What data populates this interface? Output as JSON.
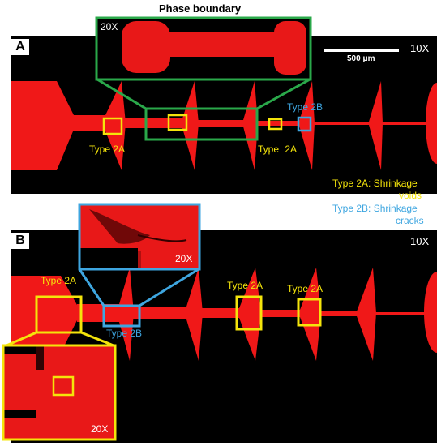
{
  "figure": {
    "title": "Phase boundary",
    "panel_a": {
      "label": "A",
      "magnification": "10X",
      "scale_bar": "500 μm",
      "inset_magnification": "20X",
      "annotations": [
        "Type 2A",
        "Type 2A",
        "Type 2B"
      ]
    },
    "panel_b": {
      "label": "B",
      "magnification": "10X",
      "inset_top_magnification": "20X",
      "inset_bottom_magnification": "20X",
      "annotations": [
        "Type 2A",
        "Type 2A",
        "Type 2A",
        "Type 2B"
      ]
    },
    "legend": {
      "type_2a": "Type 2A: Shrinkage\nvoids",
      "type_2a_line1": "Type 2A: Shrinkage",
      "type_2a_line2": "voids",
      "type_2b_line1": "Type 2B: Shrinkage",
      "type_2b_line2": "cracks"
    },
    "colors": {
      "background": "#000000",
      "channel": "#ff1a1a",
      "type_2a": "#f4e40b",
      "type_2b": "#3ea6e0",
      "inset_frame": "#2aa84a"
    }
  }
}
